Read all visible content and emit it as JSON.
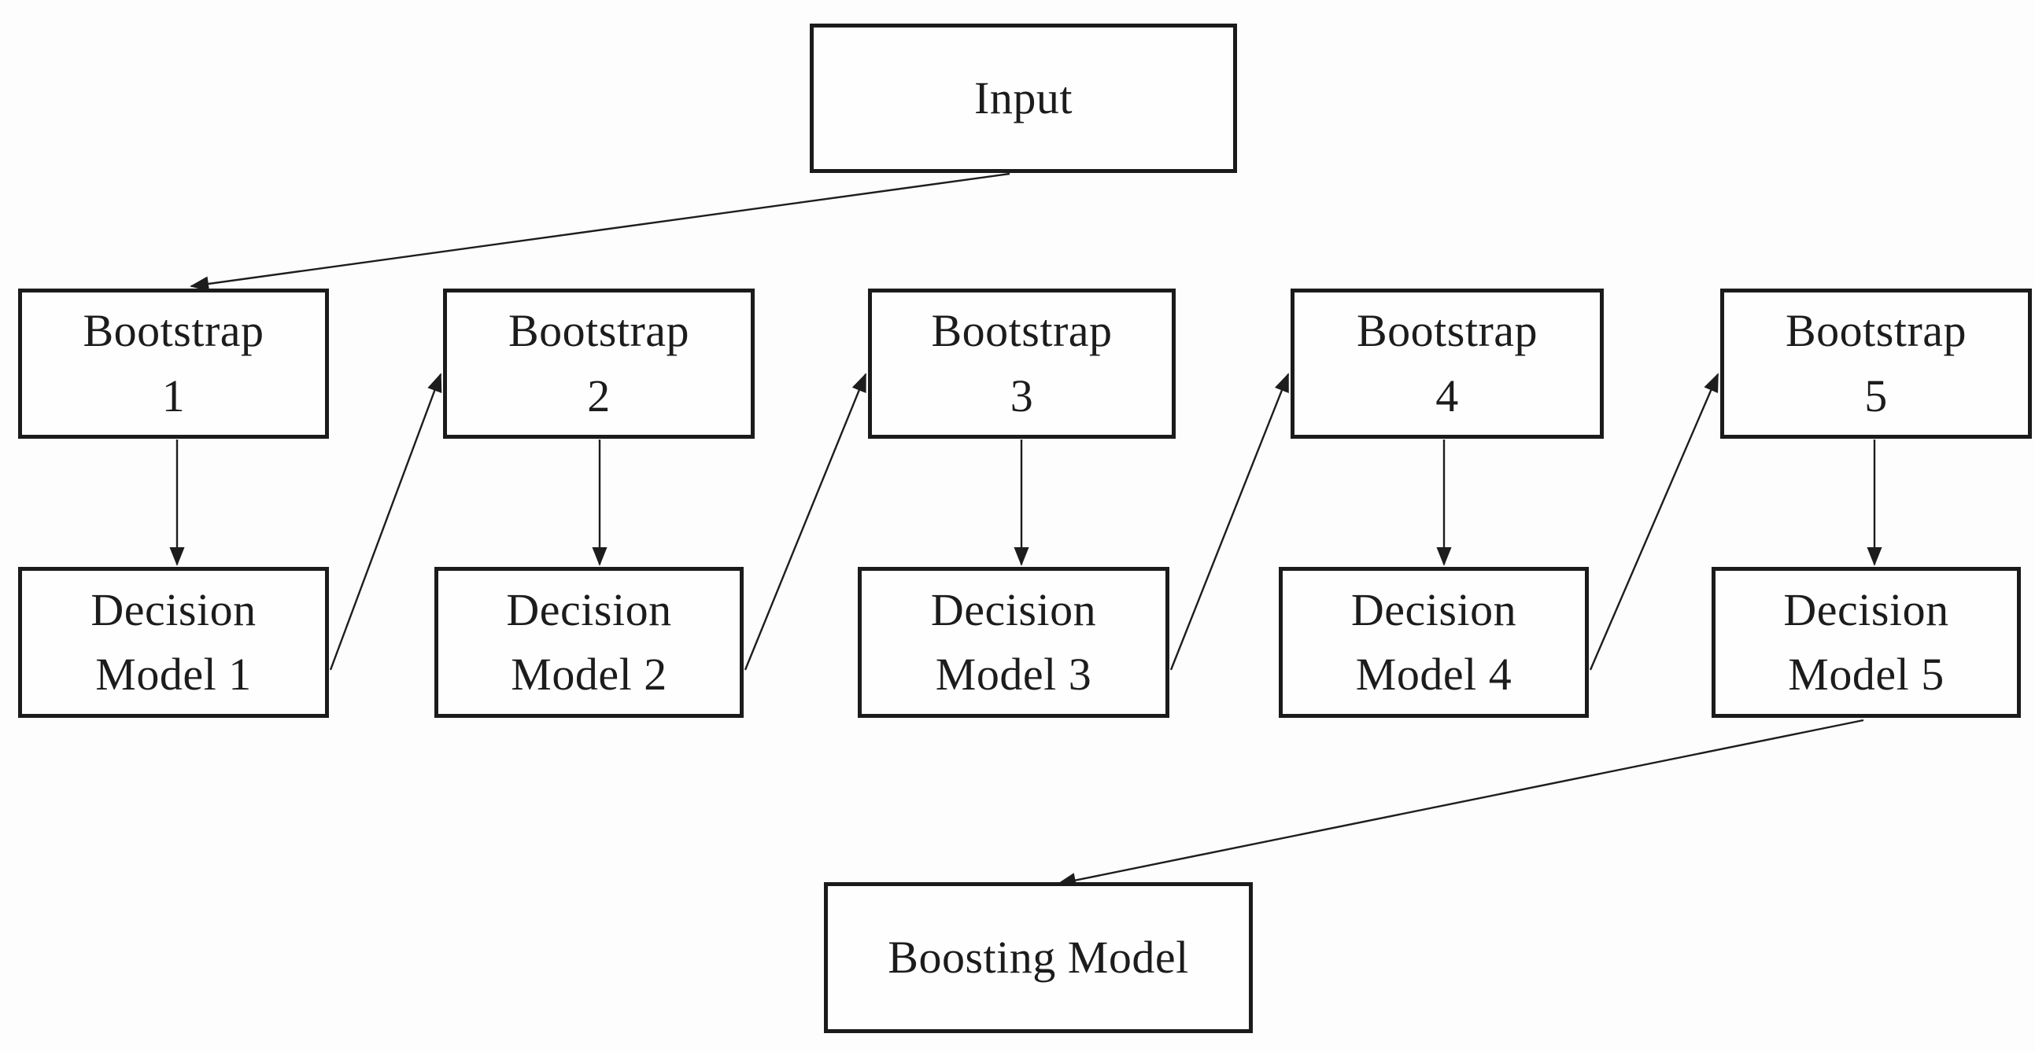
{
  "diagram": {
    "type": "flowchart",
    "colors": {
      "background": "#fdfdfd",
      "node_fill": "#fefefe",
      "node_border": "#1b1b1b",
      "text": "#1c1c1c",
      "arrow": "#1d1d1d"
    },
    "nodes": {
      "input": {
        "label": "Input"
      },
      "bootstrap_1": {
        "label": "Bootstrap\n1"
      },
      "bootstrap_2": {
        "label": "Bootstrap\n2"
      },
      "bootstrap_3": {
        "label": "Bootstrap\n3"
      },
      "bootstrap_4": {
        "label": "Bootstrap\n4"
      },
      "bootstrap_5": {
        "label": "Bootstrap\n5"
      },
      "decision_model_1": {
        "label": "Decision\nModel 1"
      },
      "decision_model_2": {
        "label": "Decision\nModel 2"
      },
      "decision_model_3": {
        "label": "Decision\nModel 3"
      },
      "decision_model_4": {
        "label": "Decision\nModel 4"
      },
      "decision_model_5": {
        "label": "Decision\nModel 5"
      },
      "boosting_model": {
        "label": "Boosting Model"
      }
    },
    "edges": [
      {
        "from": "input",
        "to": "bootstrap_1"
      },
      {
        "from": "bootstrap_1",
        "to": "decision_model_1"
      },
      {
        "from": "bootstrap_2",
        "to": "decision_model_2"
      },
      {
        "from": "bootstrap_3",
        "to": "decision_model_3"
      },
      {
        "from": "bootstrap_4",
        "to": "decision_model_4"
      },
      {
        "from": "bootstrap_5",
        "to": "decision_model_5"
      },
      {
        "from": "decision_model_1",
        "to": "bootstrap_2"
      },
      {
        "from": "decision_model_2",
        "to": "bootstrap_3"
      },
      {
        "from": "decision_model_3",
        "to": "bootstrap_4"
      },
      {
        "from": "decision_model_4",
        "to": "bootstrap_5"
      },
      {
        "from": "decision_model_5",
        "to": "boosting_model"
      }
    ]
  }
}
